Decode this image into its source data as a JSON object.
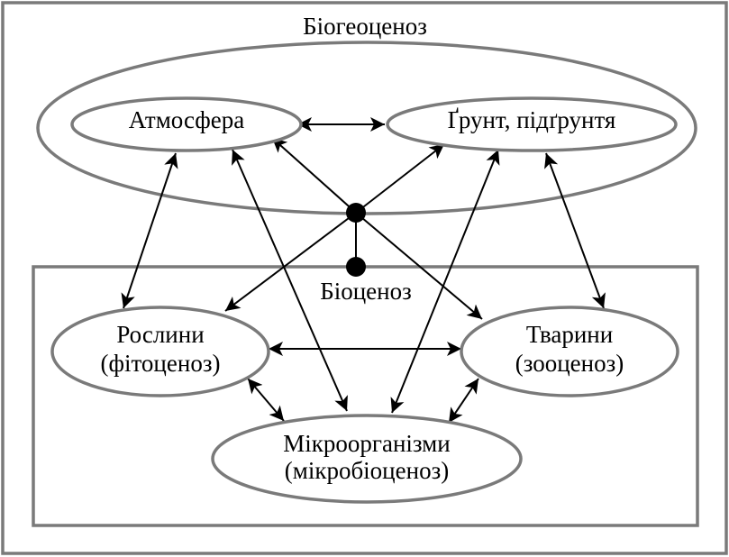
{
  "diagram": {
    "biogeocenosis": "Біогеоценоз",
    "biocenosis": "Біоценоз",
    "atmosphere": "Атмосфера",
    "soil": "Ґрунт, підґрунтя",
    "plants": {
      "line1": "Рослини",
      "line2": "(фітоценоз)"
    },
    "animals": {
      "line1": "Тварини",
      "line2": "(зооценоз)"
    },
    "microorganisms": {
      "line1": "Мікроорганізми",
      "line2": "(мікробіоценоз)"
    }
  },
  "colors": {
    "outline": "#7a7a7a",
    "arrow": "#000000",
    "background": "#ffffff"
  }
}
